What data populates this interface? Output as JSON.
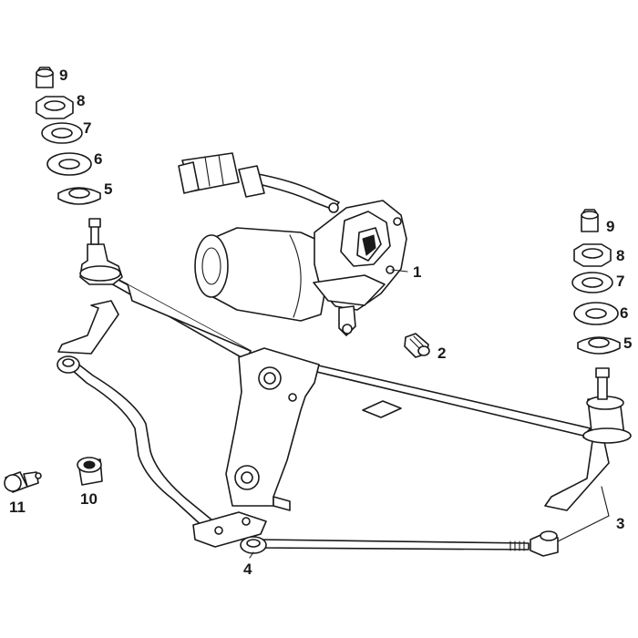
{
  "diagram": {
    "labels": {
      "wiper_motor": "1",
      "bolt": "2",
      "linkage_frame": "3",
      "connecting_rod": "4",
      "left_washer_5": "5",
      "left_washer_6": "6",
      "left_washer_7": "7",
      "left_nut_8": "8",
      "left_cap_9": "9",
      "right_washer_5": "5",
      "right_washer_6": "6",
      "right_washer_7": "7",
      "right_nut_8": "8",
      "right_cap_9": "9",
      "grommet": "10",
      "fixing_screw": "11"
    }
  }
}
